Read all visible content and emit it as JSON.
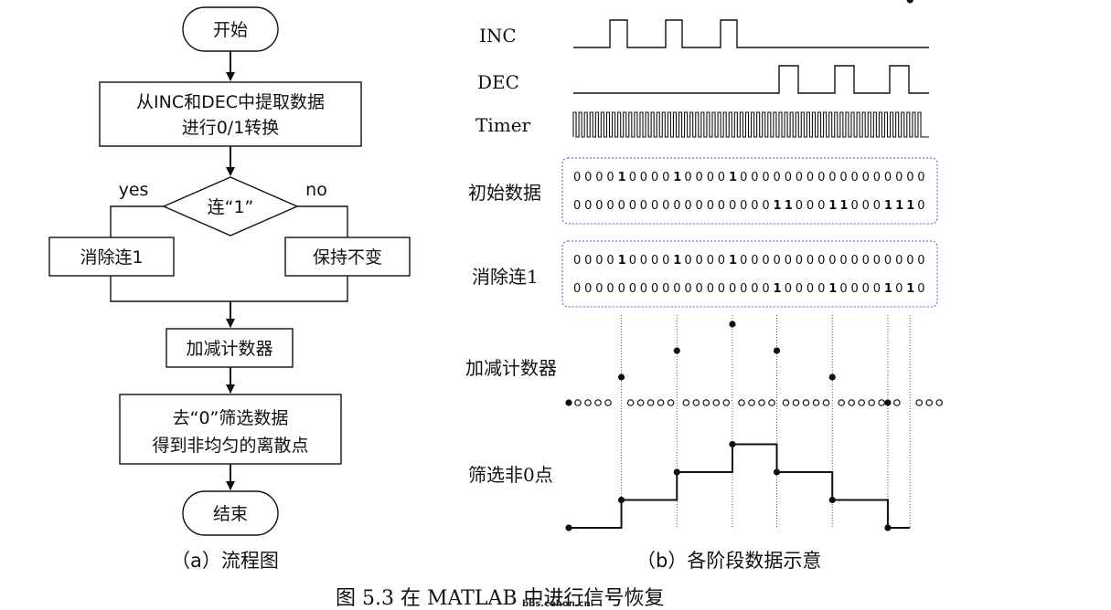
{
  "flowchart": {
    "start": "开始",
    "extract_line1": "从INC和DEC中提取数据",
    "extract_line2": "进行0/1转换",
    "decision": "连“1”",
    "yes": "yes",
    "no": "no",
    "remove": "消除连1",
    "keep": "保持不变",
    "counter": "加减计数器",
    "filter_line1": "去“0”筛选数据",
    "filter_line2": "得到非均匀的离散点",
    "end": "结束",
    "caption": "（a）流程图"
  },
  "signals": {
    "inc_label": "INC",
    "dec_label": "DEC",
    "timer_label": "Timer",
    "initial_label": "初始数据",
    "initial_row1": "00001000010000100000000000000000",
    "initial_row2": "00000000000000000011000110001110",
    "removed_label": "消除连1",
    "removed_row1": "00001000010000100000000000000000",
    "removed_row2": "00000000000000000010000100001010",
    "counter_label": "加减计数器",
    "filter_label": "筛选非0点",
    "counter_levels": [
      0,
      1,
      2,
      3,
      2,
      1,
      0
    ],
    "caption": "（b）各阶段数据示意"
  },
  "figure_caption": "图 5.3 在 MATLAB 中进行信号恢复",
  "watermark": "bbs.cehon.cn"
}
